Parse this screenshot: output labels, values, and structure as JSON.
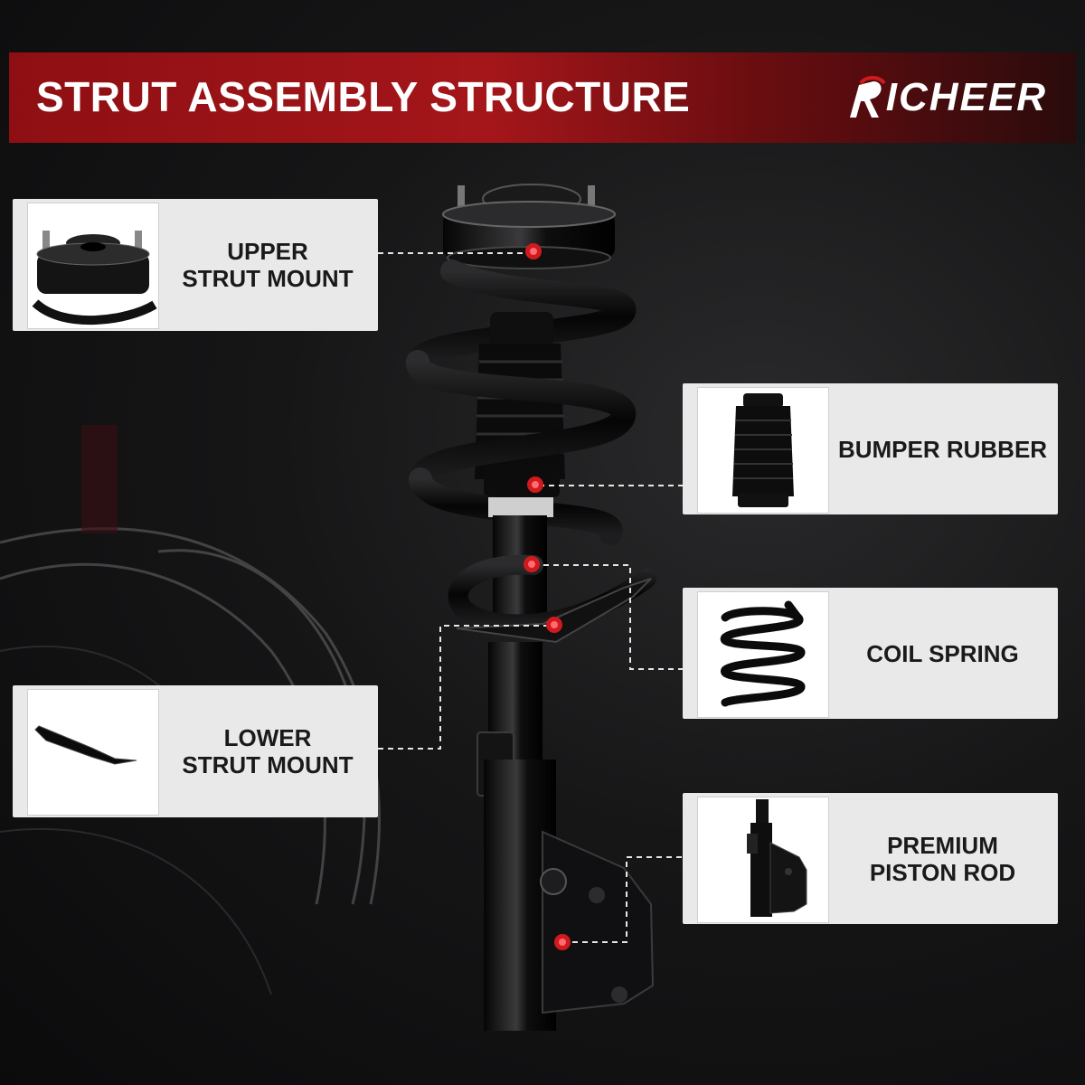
{
  "header": {
    "title": "STRUT ASSEMBLY STRUCTURE",
    "brand": "ICHEER"
  },
  "parts": [
    {
      "label": "UPPER\nSTRUT MOUNT"
    },
    {
      "label": "BUMPER RUBBER"
    },
    {
      "label": "COIL SPRING"
    },
    {
      "label": "LOWER\nSTRUT MOUNT"
    },
    {
      "label": "PREMIUM\nPISTON ROD"
    }
  ],
  "colors": {
    "banner": "#a4161a",
    "marker": "#d11a1f",
    "card": "#e9e9e9"
  }
}
